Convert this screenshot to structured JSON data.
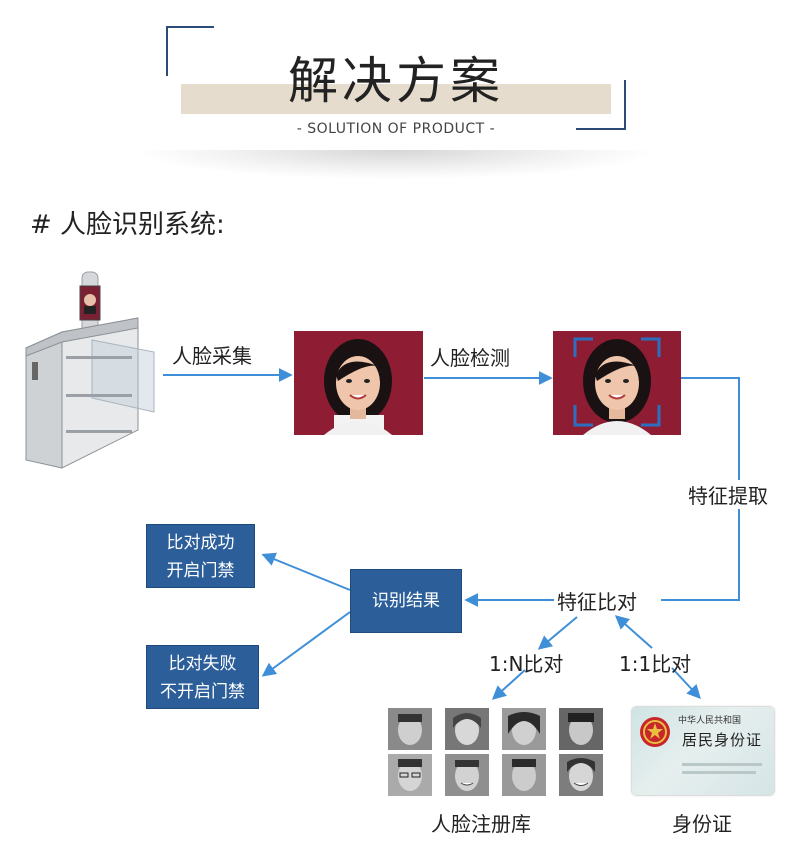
{
  "header": {
    "title": "解决方案",
    "subtitle": "- SOLUTION OF PRODUCT -"
  },
  "section": {
    "title": "# 人脸识别系统:"
  },
  "flow": {
    "step_capture": "人脸采集",
    "step_detect": "人脸检测",
    "step_extract": "特征提取",
    "step_compare": "特征比对",
    "result": "识别结果",
    "success_line1": "比对成功",
    "success_line2": "开启门禁",
    "fail_line1": "比对失败",
    "fail_line2": "不开启门禁",
    "mode_1n": "1:N比对",
    "mode_11": "1:1比对",
    "face_db": "人脸注册库",
    "id_card": "身份证"
  },
  "idcard": {
    "header": "中华人民共和国",
    "name": "居民身份证"
  },
  "colors": {
    "accent_blue": "#2c5f99",
    "arrow_blue": "#3f8fd8",
    "header_band": "#e5dccd",
    "header_bracket": "#2c4a7a",
    "photo_background": "#8e1d34"
  }
}
